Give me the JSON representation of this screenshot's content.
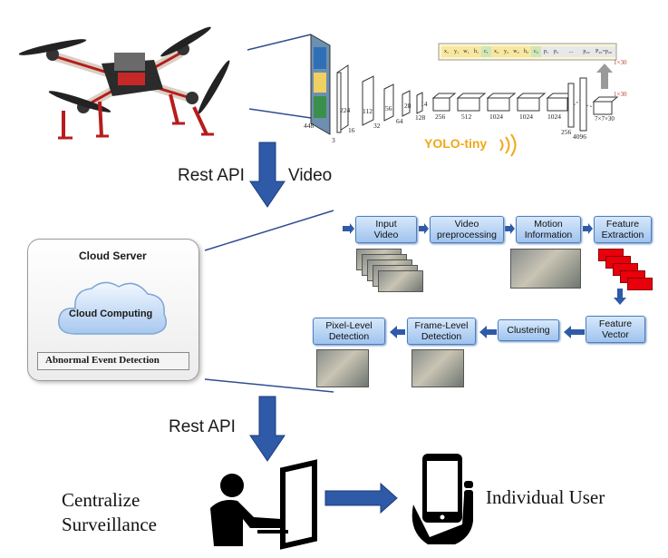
{
  "labels": {
    "rest_api_top": "Rest API",
    "video": "Video",
    "rest_api_bottom": "Rest API",
    "centralize_line1": "Centralize",
    "centralize_line2": "Surveillance",
    "individual_user": "Individual User"
  },
  "cloud_server": {
    "title": "Cloud Server",
    "computing": "Cloud Computing",
    "detection": "Abnormal Event Detection"
  },
  "pipeline": {
    "input_video": "Input\nVideo",
    "video_preprocessing": "Video\npreprocessing",
    "motion_information": "Motion\nInformation",
    "feature_extraction": "Feature\nExtraction",
    "feature_vector": "Feature\nVector",
    "clustering": "Clustering",
    "frame_level_detection": "Frame-Level\nDetection",
    "pixel_level_detection": "Pixel-Level\nDetection"
  },
  "network": {
    "name": "YOLO-tiny",
    "input_dims": [
      "448",
      "3"
    ],
    "layers": [
      "224",
      "16",
      "112",
      "32",
      "56",
      "64",
      "28",
      "128",
      "14",
      "256",
      "512",
      "1024",
      "1024",
      "1024",
      "256",
      "4096"
    ],
    "output": "7×7×30",
    "sizes": [
      "1×30",
      "1×30"
    ],
    "vector_cells": [
      "x₁",
      "y₁",
      "w₁",
      "h₁",
      "c₁",
      "x₂",
      "y₂",
      "w₂",
      "h₂",
      "c₂",
      "p₁",
      "p₂",
      "...",
      "p₂₀"
    ],
    "vector_label": "P₂₀=p₂₀"
  },
  "colors": {
    "arrow_blue": "#2e5aa8",
    "step_fill": "#b7d3f3",
    "yolo_gold": "#f0a818",
    "red_feature": "#e8000a"
  }
}
